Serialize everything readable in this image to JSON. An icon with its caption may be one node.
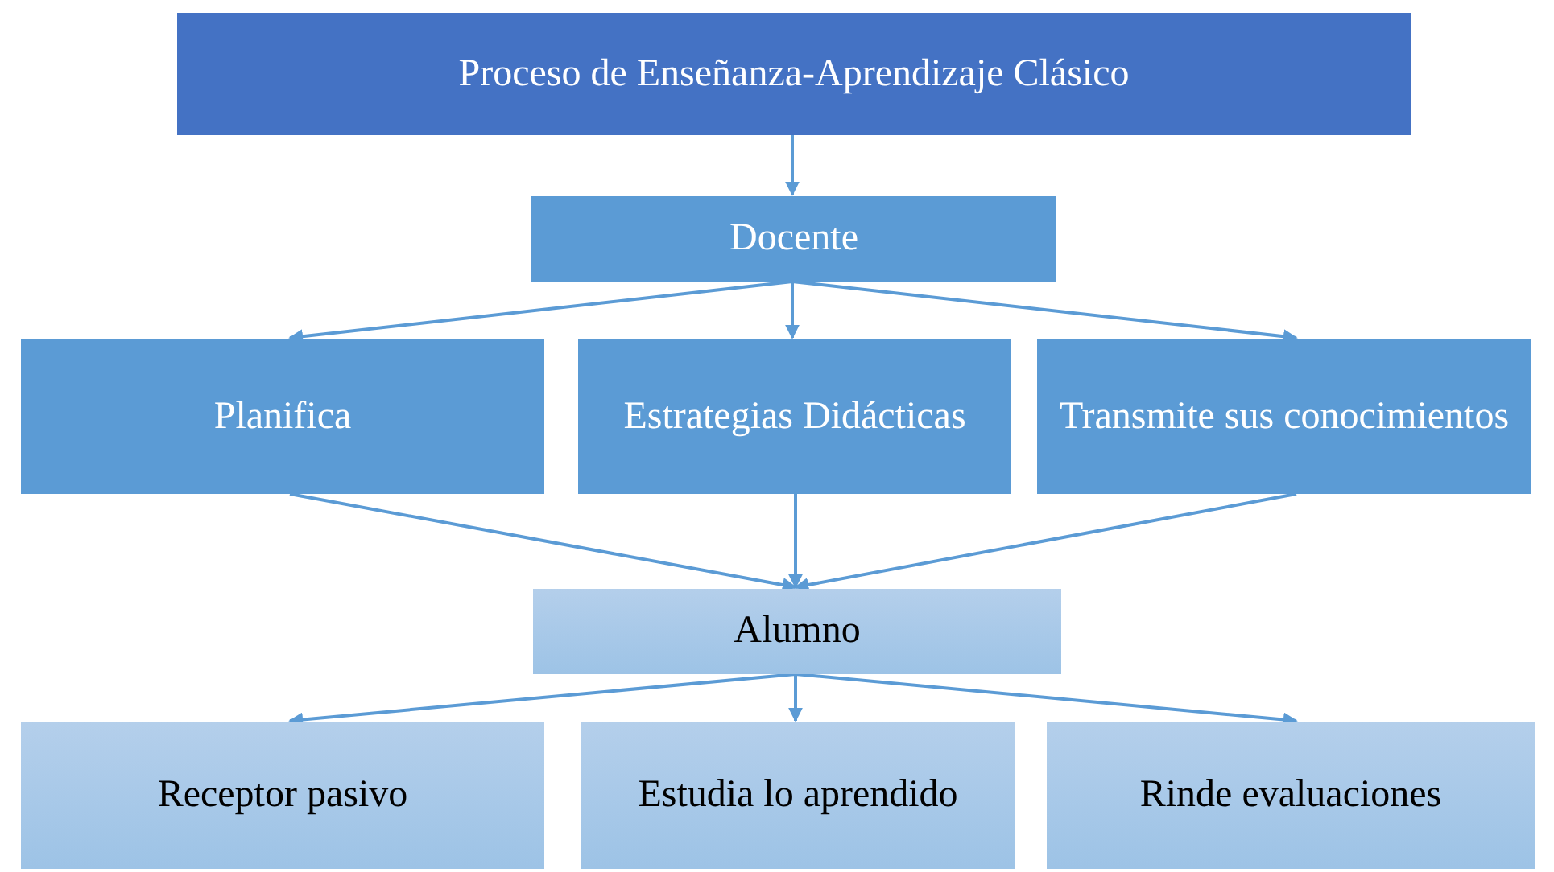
{
  "diagram": {
    "nodes": [
      {
        "text": [
          "Proceso de Enseñanza-Aprendizaje Clásico"
        ]
      },
      {
        "text": [
          "Docente"
        ]
      },
      {
        "text": [
          "Planifica"
        ]
      },
      {
        "text": [
          "Estrategias Didácticas"
        ]
      },
      {
        "text": [
          "Transmite sus conocimientos"
        ]
      },
      {
        "text": [
          "Alumno"
        ]
      },
      {
        "text": [
          "Receptor pasivo"
        ]
      },
      {
        "text": [
          "Estudia lo aprendido"
        ]
      },
      {
        "text": [
          "Rinde evaluaciones"
        ]
      }
    ],
    "edges": [
      {
        "from": 0,
        "to": 1,
        "arrow": "to"
      },
      {
        "from": 1,
        "to": 2,
        "arrow": "to"
      },
      {
        "from": 1,
        "to": 3,
        "arrow": "to"
      },
      {
        "from": 1,
        "to": 4,
        "arrow": "to"
      },
      {
        "from": 2,
        "to": 5,
        "arrow": "to"
      },
      {
        "from": 3,
        "to": 5,
        "arrow": "to"
      },
      {
        "from": 4,
        "to": 5,
        "arrow": "to"
      },
      {
        "from": 5,
        "to": 6,
        "arrow": "to"
      },
      {
        "from": 5,
        "to": 7,
        "arrow": "to"
      },
      {
        "from": 5,
        "to": 8,
        "arrow": "to"
      }
    ]
  }
}
